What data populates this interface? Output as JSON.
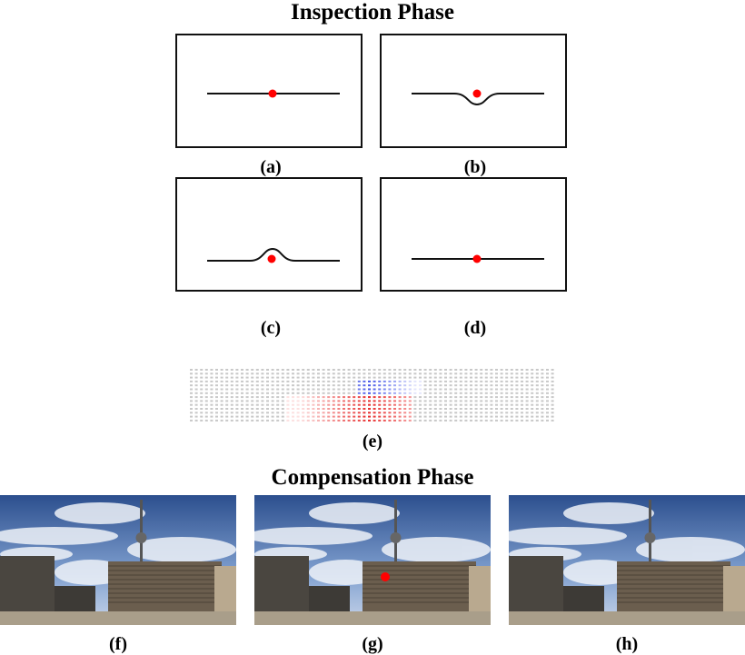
{
  "titles": {
    "inspection": "Inspection Phase",
    "compensation": "Compensation Phase"
  },
  "panels": [
    {
      "label": "(a)",
      "curve": "flat"
    },
    {
      "label": "(b)",
      "curve": "dip"
    },
    {
      "label": "(c)",
      "curve": "bump"
    },
    {
      "label": "(d)",
      "curve": "flat"
    }
  ],
  "field": {
    "label": "(e)"
  },
  "photos": [
    {
      "label": "(f)",
      "marker": false
    },
    {
      "label": "(g)",
      "marker": true
    },
    {
      "label": "(h)",
      "marker": false
    }
  ],
  "colors": {
    "marker": "#ff0000",
    "field_pos": "#e83030",
    "field_neg": "#4a5ae8",
    "field_neutral": "#9a9a9a"
  }
}
